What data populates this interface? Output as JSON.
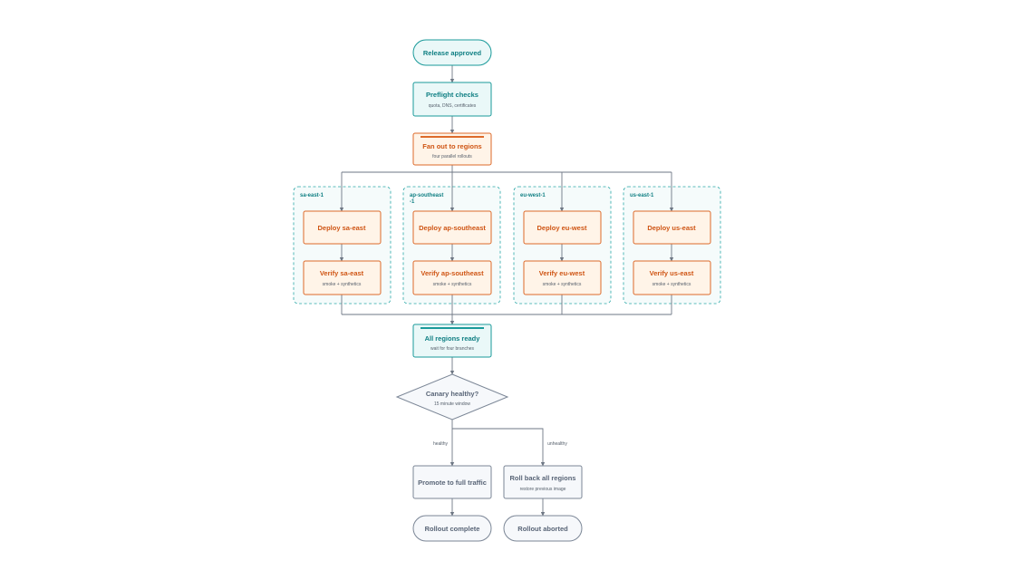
{
  "nodes": {
    "release": {
      "title": "Release approved"
    },
    "preflight": {
      "title": "Preflight checks",
      "sub": "quota, DNS, certificates"
    },
    "fanout": {
      "title": "Fan out to regions",
      "sub": "four parallel rollouts"
    },
    "lanes": [
      {
        "label": "sa-east-1",
        "label2": "",
        "deploy": "Deploy sa-east",
        "verify": "Verify sa-east",
        "verify_sub": "smoke + synthetics"
      },
      {
        "label": "ap-southeast",
        "label2": "-1",
        "deploy": "Deploy ap-southeast",
        "verify": "Verify ap-southeast",
        "verify_sub": "smoke + synthetics"
      },
      {
        "label": "eu-west-1",
        "label2": "",
        "deploy": "Deploy eu-west",
        "verify": "Verify eu-west",
        "verify_sub": "smoke + synthetics"
      },
      {
        "label": "us-east-1",
        "label2": "",
        "deploy": "Deploy us-east",
        "verify": "Verify us-east",
        "verify_sub": "smoke + synthetics"
      }
    ],
    "ready": {
      "title": "All regions ready",
      "sub": "wait for four branches"
    },
    "canary": {
      "title": "Canary healthy?",
      "sub": "15 minute window"
    },
    "promote": {
      "title": "Promote to full traffic"
    },
    "rollback": {
      "title": "Roll back all regions",
      "sub": "restore previous image"
    },
    "complete": {
      "title": "Rollout complete"
    },
    "aborted": {
      "title": "Rollout aborted"
    }
  },
  "edges": {
    "healthy": "healthy",
    "unhealthy": "unhealthy"
  },
  "colors": {
    "teal": "#1a9a9a",
    "orange": "#dd6a2a",
    "gray": "#7b8696",
    "edge": "#6e7784"
  }
}
